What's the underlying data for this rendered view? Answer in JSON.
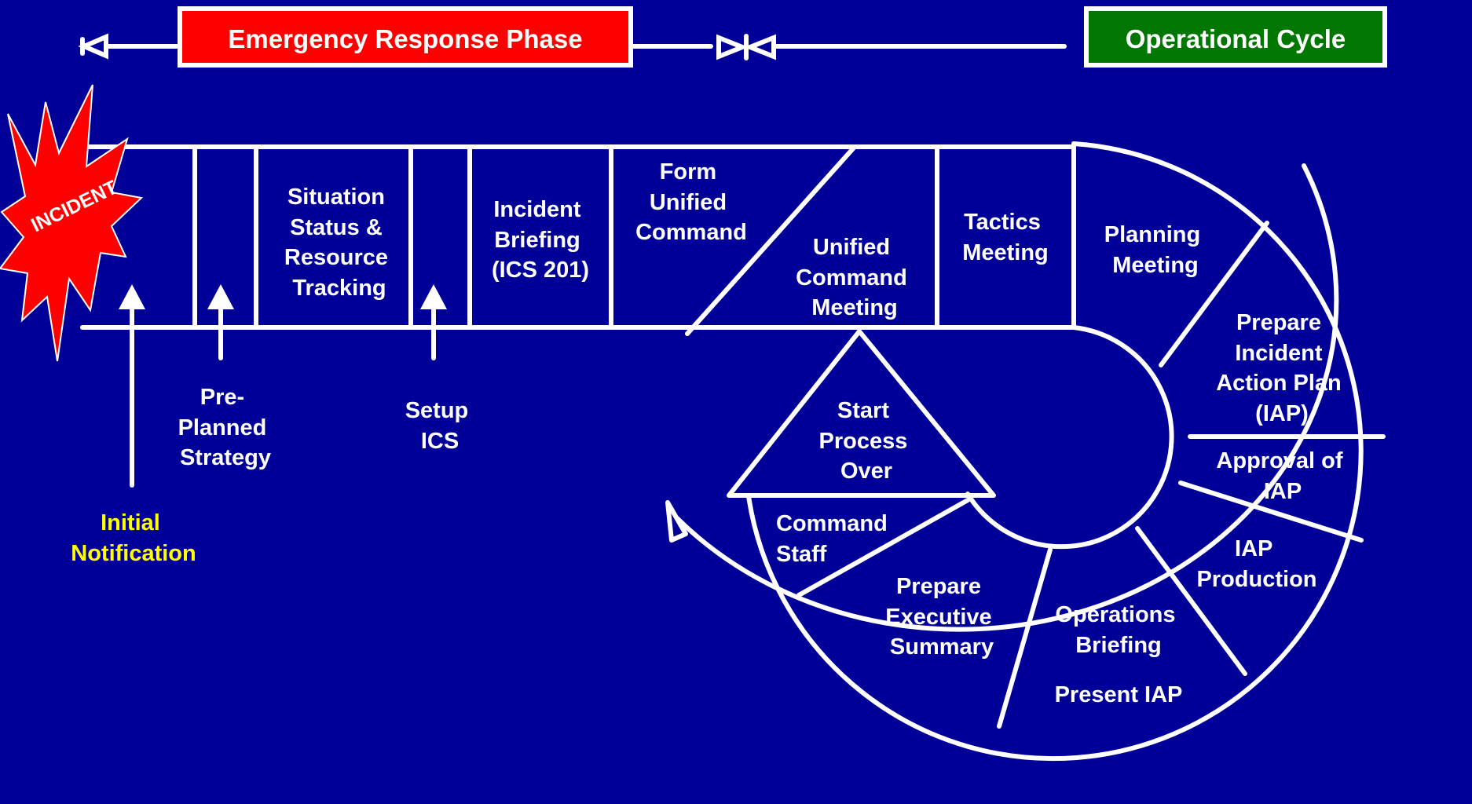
{
  "header": {
    "emergency_phase": "Emergency Response Phase",
    "operational_cycle": "Operational Cycle"
  },
  "incident": "INCIDENT",
  "timeline": {
    "situation": [
      "Situation",
      "Status &",
      "Resource",
      "Tracking"
    ],
    "briefing": [
      "Incident",
      "Briefing",
      "(ICS 201)"
    ],
    "form_unified": [
      "Form",
      "Unified",
      "Command"
    ],
    "unified_meeting": [
      "Unified",
      "Command",
      "Meeting"
    ],
    "tactics": [
      "Tactics",
      "Meeting"
    ]
  },
  "arrows": {
    "initial_notification": [
      "Initial",
      "Notification"
    ],
    "preplanned": [
      "Pre-",
      "Planned",
      "Strategy"
    ],
    "setup_ics": [
      "Setup",
      "ICS"
    ]
  },
  "cycle": {
    "planning": [
      "Planning",
      "Meeting"
    ],
    "prepare_iap": [
      "Prepare",
      "Incident",
      "Action Plan",
      "(IAP)"
    ],
    "approval": [
      "Approval of",
      "IAP"
    ],
    "production": [
      "IAP",
      "Production"
    ],
    "operations": [
      "Operations",
      "Briefing"
    ],
    "present_iap": "Present IAP",
    "exec_summary": [
      "Prepare",
      "Executive",
      "Summary"
    ],
    "command_staff": [
      "Command",
      "Staff"
    ],
    "start_over": [
      "Start",
      "Process",
      "Over"
    ]
  },
  "colors": {
    "background": "#000099",
    "emergency": "#ff0000",
    "operational": "#007700",
    "notification_text": "#ffff00",
    "lines": "#ffffff"
  }
}
